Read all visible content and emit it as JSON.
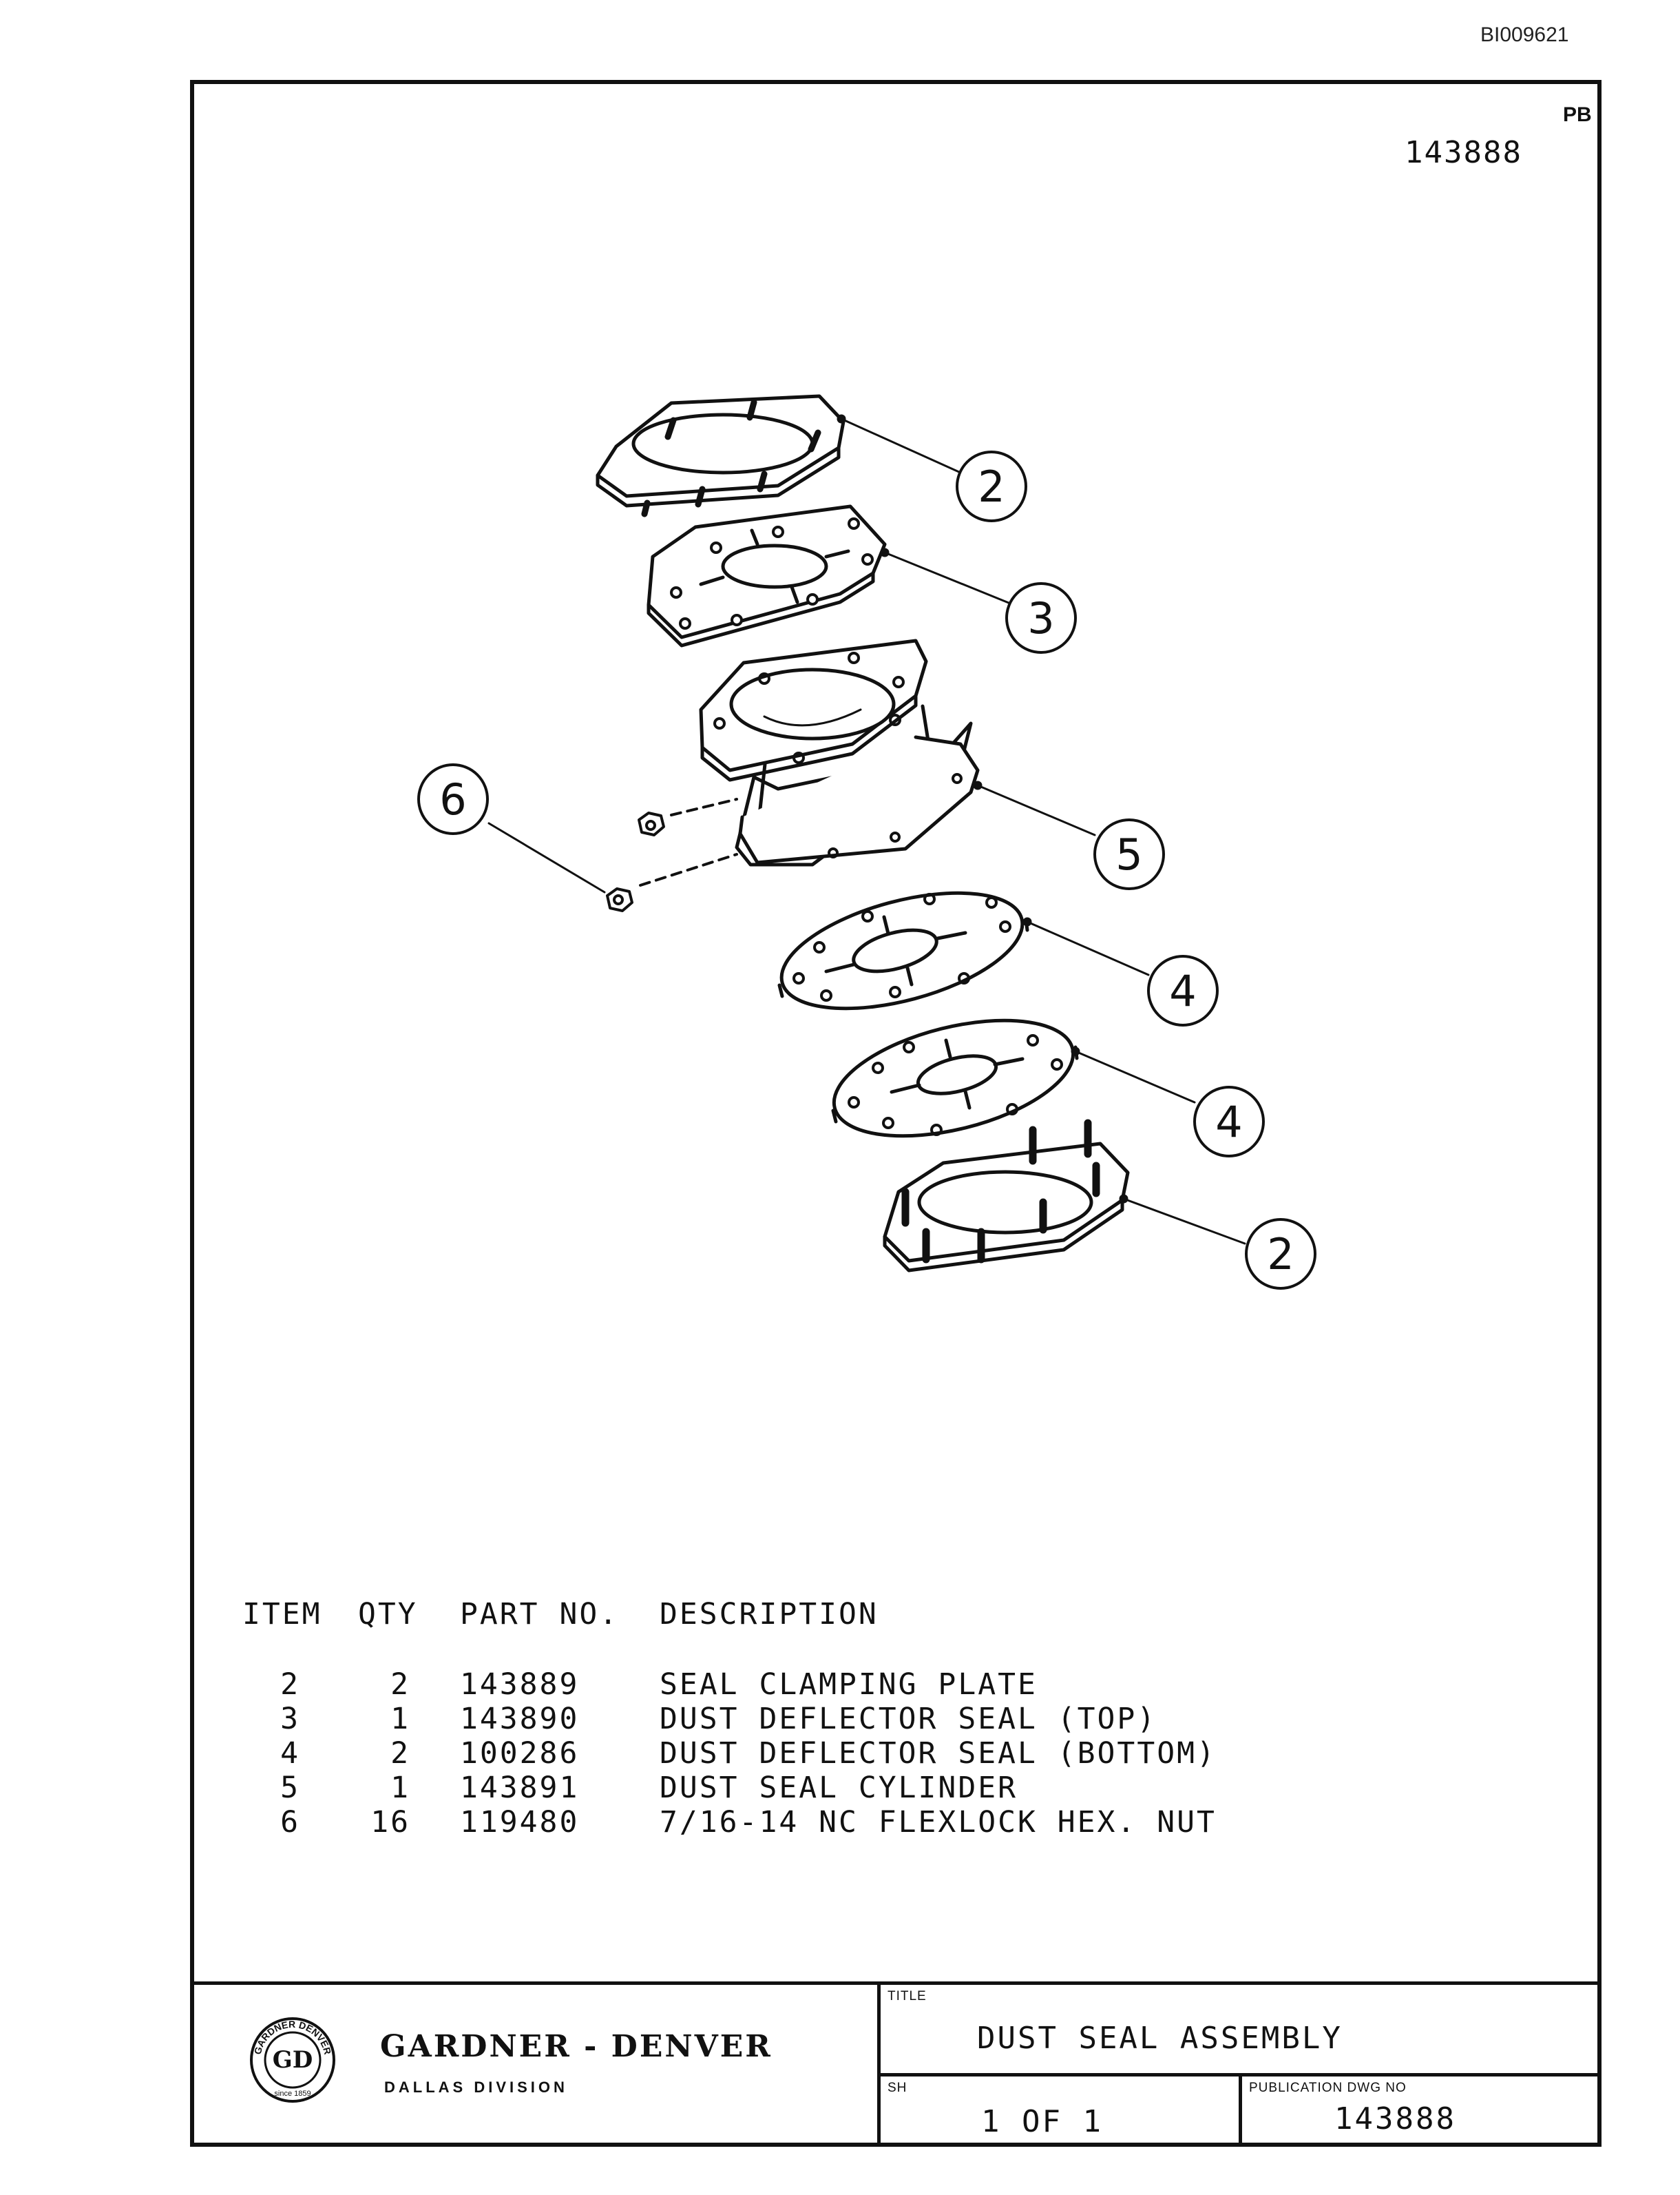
{
  "header": {
    "document_id": "BI009621",
    "pb_mark": "PB",
    "drawing_number": "143888"
  },
  "callouts": [
    "2",
    "3",
    "6",
    "5",
    "4",
    "4",
    "2"
  ],
  "parts_list": {
    "headers": [
      "ITEM",
      "QTY",
      "PART NO.",
      "DESCRIPTION"
    ],
    "rows": [
      [
        "2",
        "2",
        "143889",
        "SEAL CLAMPING PLATE"
      ],
      [
        "3",
        "1",
        "143890",
        "DUST DEFLECTOR SEAL (TOP)"
      ],
      [
        "4",
        "2",
        "100286",
        "DUST DEFLECTOR SEAL (BOTTOM)"
      ],
      [
        "5",
        "1",
        "143891",
        "DUST SEAL CYLINDER"
      ],
      [
        "6",
        "16",
        "119480",
        "7/16-14 NC FLEXLOCK HEX. NUT"
      ]
    ]
  },
  "title_block": {
    "company": "GARDNER - DENVER",
    "division": "DALLAS DIVISION",
    "logo": {
      "initials": "GD",
      "ring_text": "GARDNER DENVER",
      "since": "since 1859"
    },
    "title_label": "TITLE",
    "title": "DUST SEAL ASSEMBLY",
    "sheet_label": "SH",
    "sheet": "1 OF 1",
    "pub_label": "PUBLICATION DWG NO",
    "pub_dwg_no": "143888"
  }
}
